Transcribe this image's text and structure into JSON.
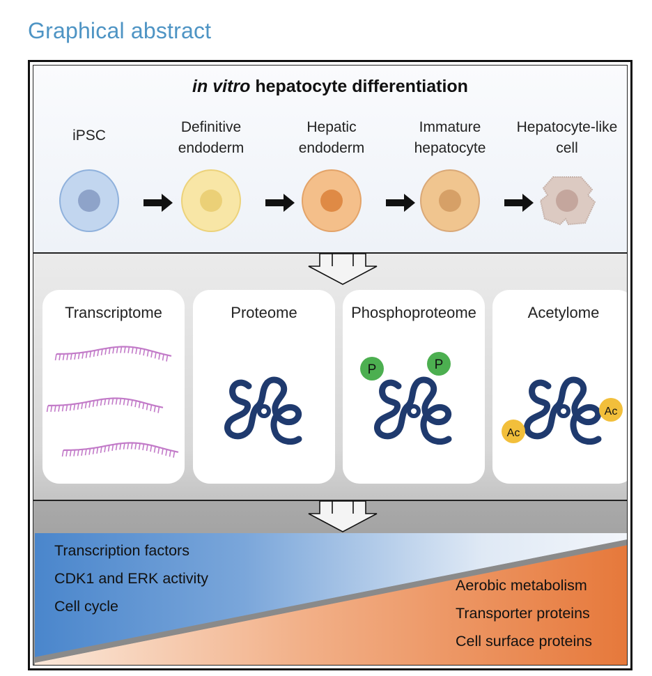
{
  "heading": "Graphical abstract",
  "differentiation": {
    "title_italic": "in vitro",
    "title_rest": " hepatocyte differentiation",
    "stages": [
      {
        "line1": "iPSC",
        "line2": "",
        "color": "#c2d6ef",
        "stroke": "#8fb1dc",
        "nucleus": "#8ea3c9"
      },
      {
        "line1": "Definitive",
        "line2": "endoderm",
        "color": "#f8e6a6",
        "stroke": "#ecd27a",
        "nucleus": "#ebd077"
      },
      {
        "line1": "Hepatic",
        "line2": "endoderm",
        "color": "#f4bf8a",
        "stroke": "#e3a368",
        "nucleus": "#df8a45"
      },
      {
        "line1": "Immature",
        "line2": "hepatocyte",
        "color": "#f0c58f",
        "stroke": "#d9a877",
        "nucleus": "#d6a067"
      },
      {
        "line1": "Hepatocyte-like",
        "line2": "cell",
        "color": "#dccac2",
        "stroke": "#c6b1a8",
        "nucleus": "#c4a69d"
      }
    ]
  },
  "omics": [
    {
      "title": "Transcriptome",
      "art": "rna"
    },
    {
      "title": "Proteome",
      "art": "protein"
    },
    {
      "title": "Phosphoproteome",
      "art": "phospho",
      "mark": "P"
    },
    {
      "title": "Acetylome",
      "art": "acetyl",
      "mark": "Ac"
    }
  ],
  "summary": {
    "left": [
      "Transcription factors",
      "CDK1 and ERK activity",
      "Cell cycle"
    ],
    "right": [
      "Aerobic metabolism",
      "Transporter proteins",
      "Cell surface proteins"
    ]
  },
  "colors": {
    "heading": "#4e94c4",
    "rna": "#c27ac8",
    "protein": "#1f3a6e",
    "phospho": "#4caf50",
    "acetyl": "#f2bf3b",
    "trend_blue": "#4a86cc",
    "trend_orange": "#e6783a"
  }
}
